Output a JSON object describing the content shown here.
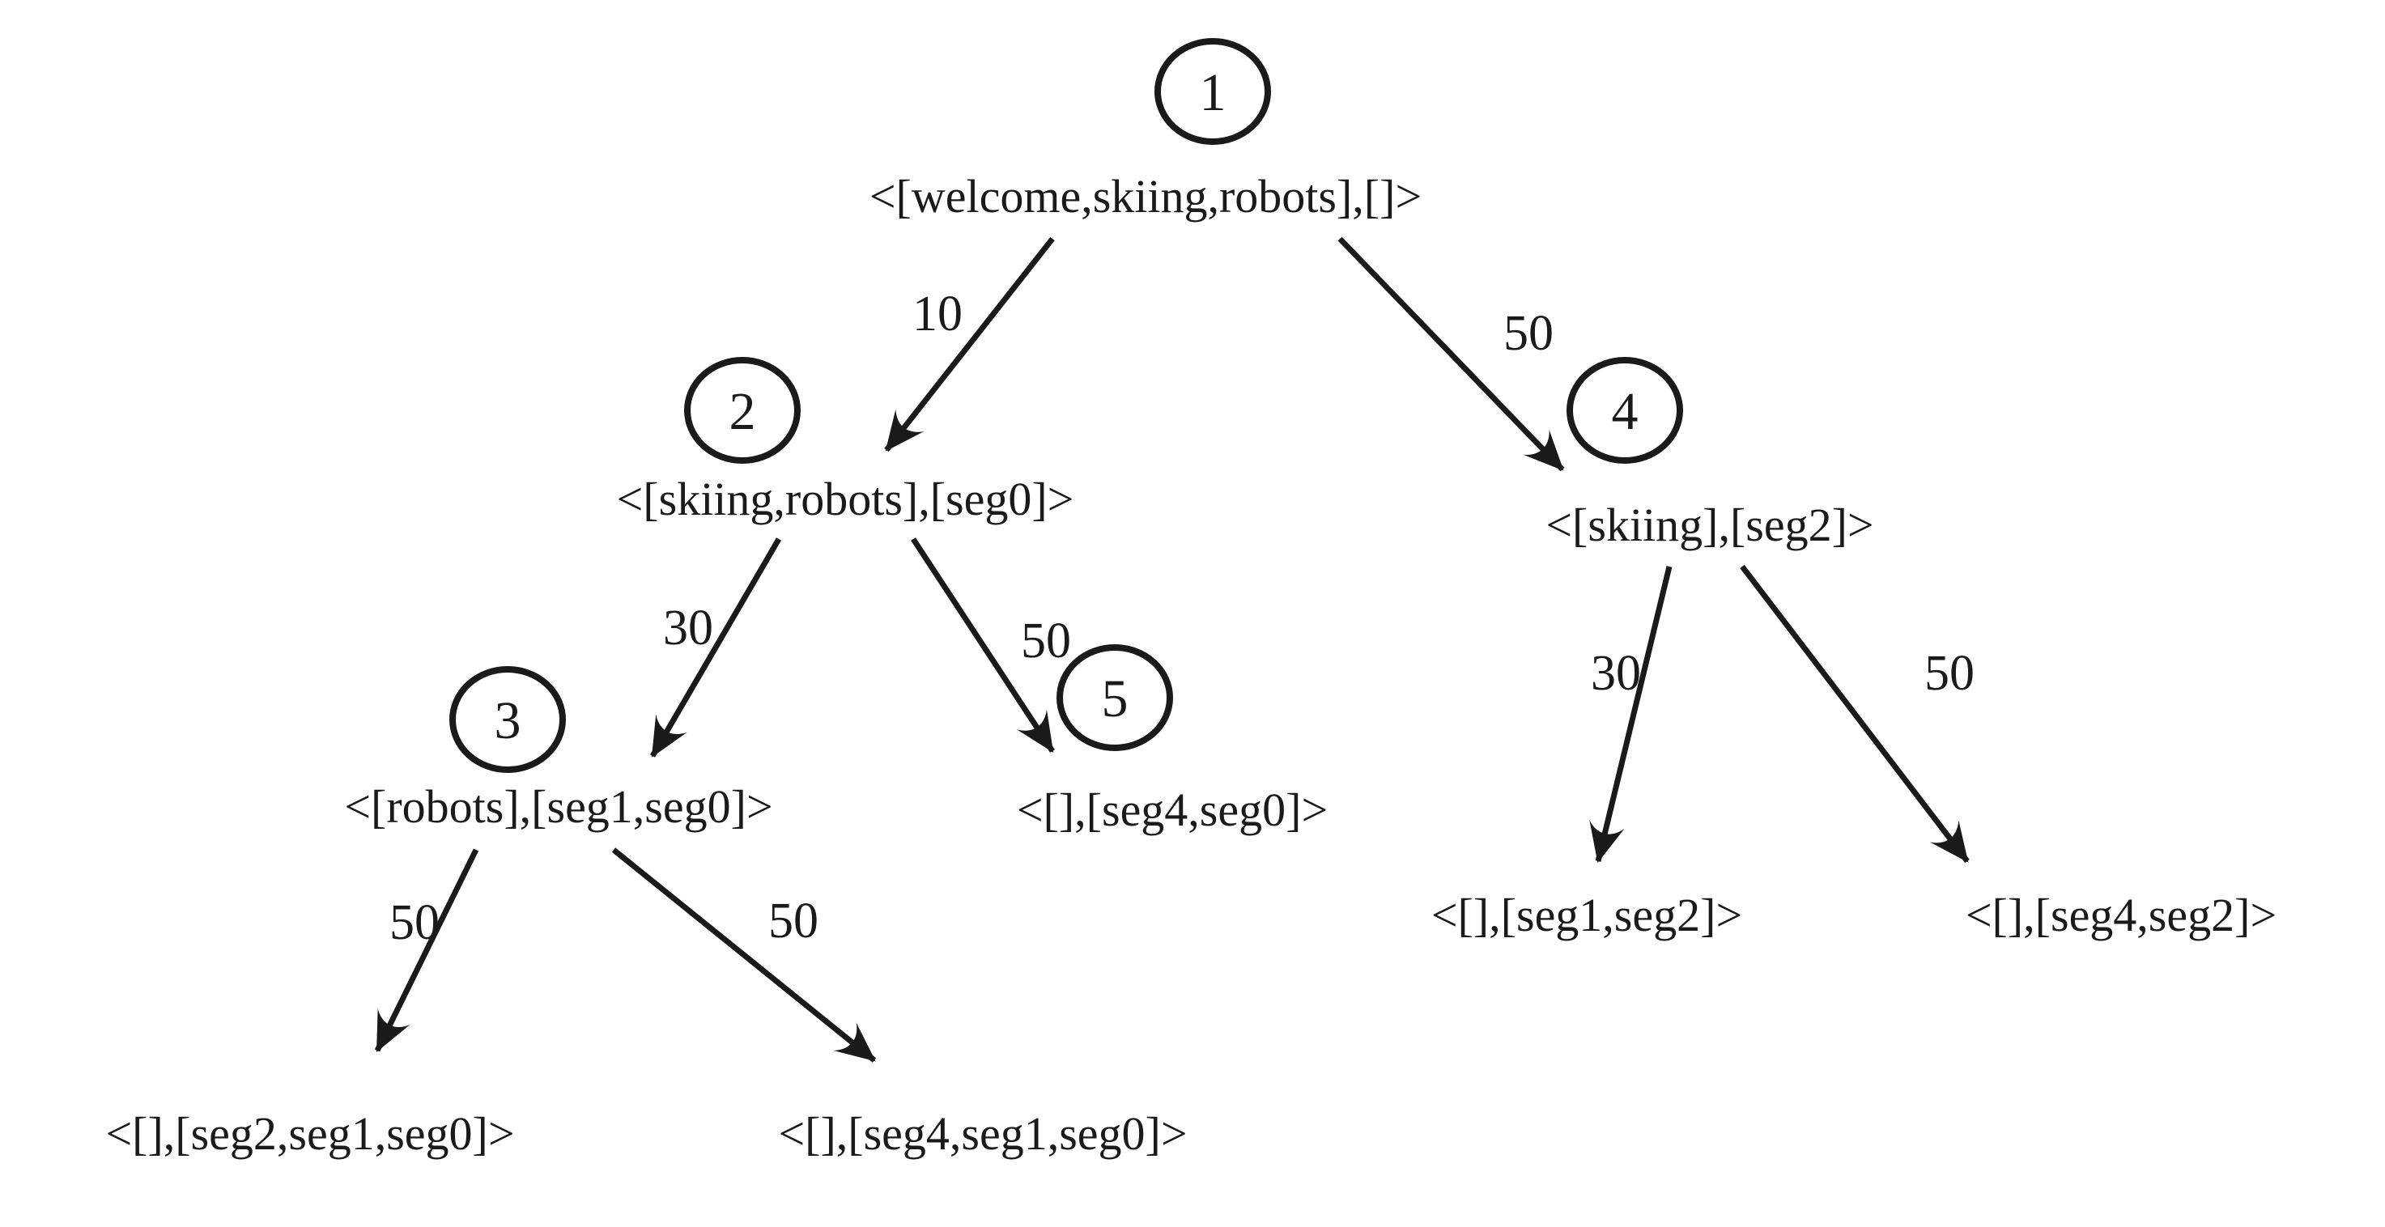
{
  "figure": {
    "type": "weighted-tree-diagram",
    "background_color": "#ffffff",
    "ink_color": "#1a1a1a",
    "nodes": [
      {
        "id": "1",
        "label": "<[welcome,skiing,robots],[]>"
      },
      {
        "id": "2",
        "label": "<[skiing,robots],[seg0]>"
      },
      {
        "id": "3",
        "label": "<[robots],[seg1,seg0]>"
      },
      {
        "id": "4",
        "label": "<[skiing],[seg2]>"
      },
      {
        "id": "5",
        "label": "<[],[seg4,seg0]>"
      }
    ],
    "leaves": [
      {
        "label": "<[],[seg2,seg1,seg0]>"
      },
      {
        "label": "<[],[seg4,seg1,seg0]>"
      },
      {
        "label": "<[],[seg1,seg2]>"
      },
      {
        "label": "<[],[seg4,seg2]>"
      }
    ],
    "edges": [
      {
        "from": "1",
        "to": "2",
        "weight": "10"
      },
      {
        "from": "1",
        "to": "4",
        "weight": "50"
      },
      {
        "from": "2",
        "to": "3",
        "weight": "30"
      },
      {
        "from": "2",
        "to": "5",
        "weight": "50"
      },
      {
        "from": "3",
        "to": "leaf-seg2-seg1-seg0",
        "weight": "50"
      },
      {
        "from": "3",
        "to": "leaf-seg4-seg1-seg0",
        "weight": "50"
      },
      {
        "from": "4",
        "to": "leaf-seg1-seg2",
        "weight": "30"
      },
      {
        "from": "4",
        "to": "leaf-seg4-seg2",
        "weight": "50"
      }
    ]
  }
}
